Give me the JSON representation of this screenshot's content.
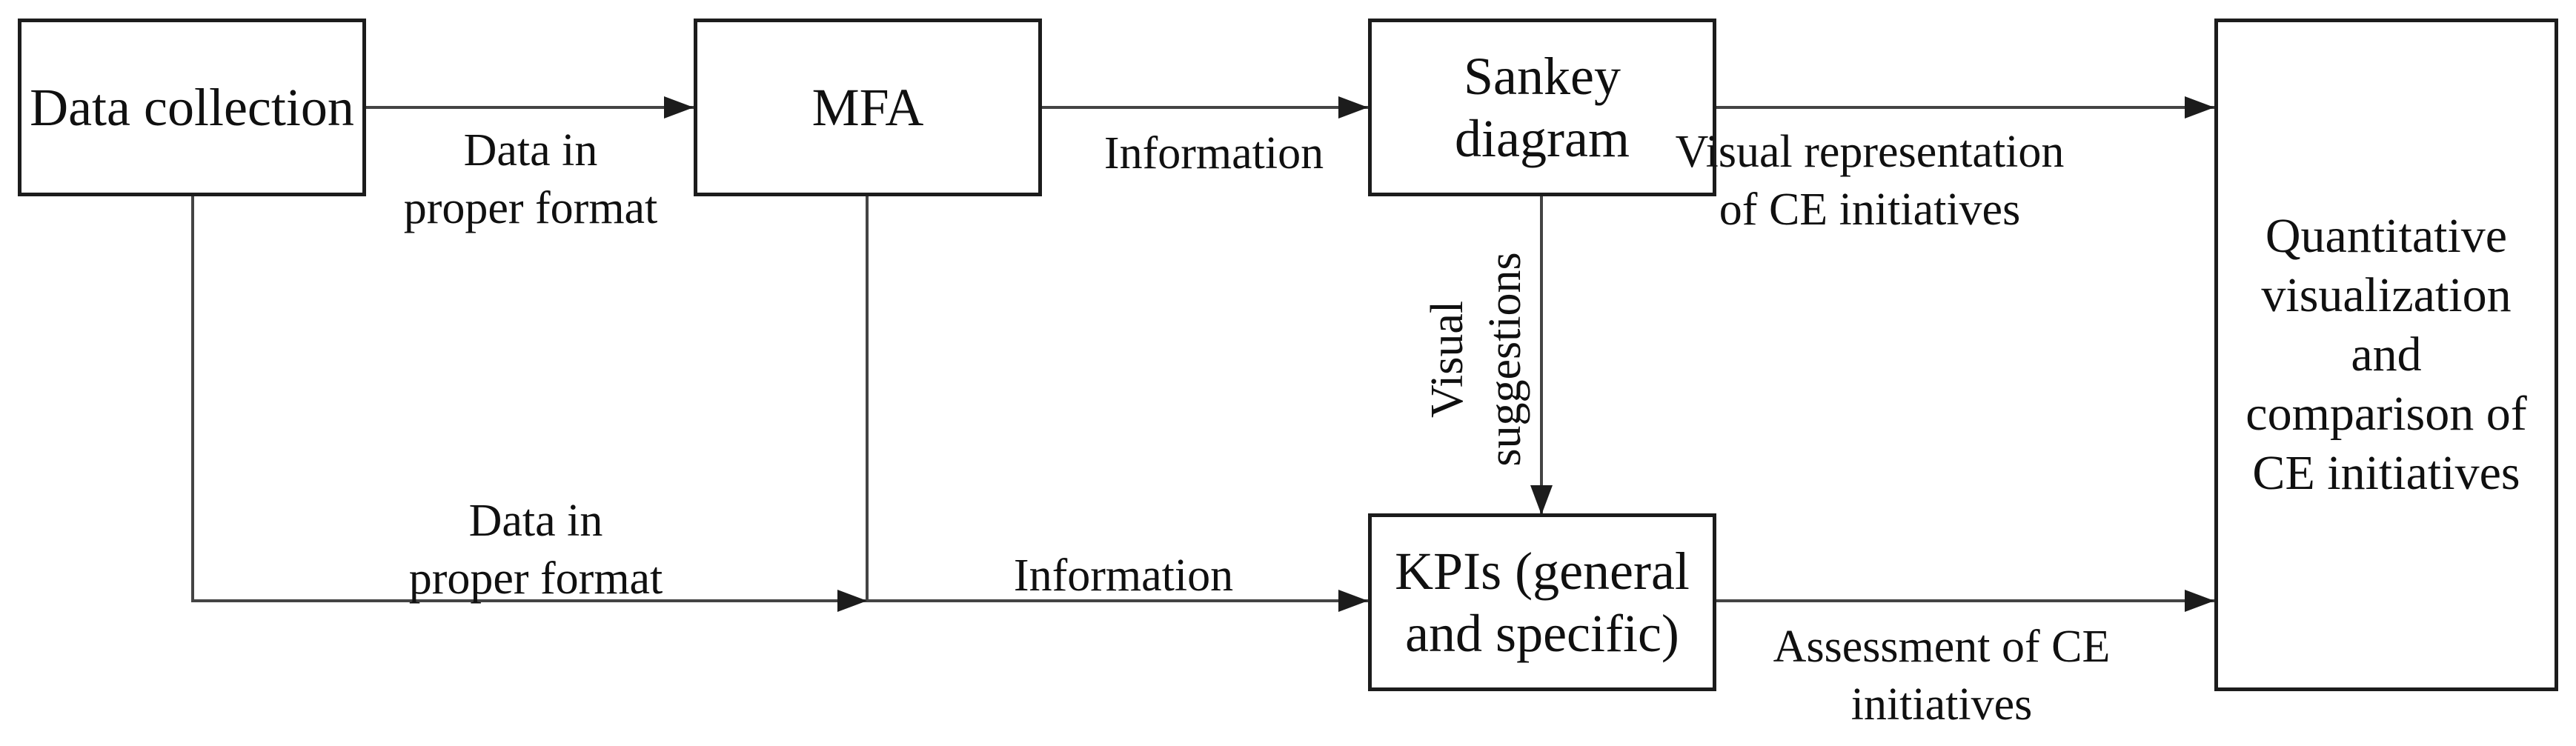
{
  "diagram": {
    "colors": {
      "background": "#ffffff",
      "line": "#444444",
      "node_border": "#1c1c1c",
      "text": "#101010"
    },
    "nodes": {
      "data_collection": {
        "label": "Data collection"
      },
      "mfa": {
        "label": "MFA"
      },
      "sankey": {
        "label": "Sankey\ndiagram"
      },
      "kpis": {
        "label": "KPIs (general\nand specific)"
      },
      "outcome": {
        "label": "Quantitative\nvisualization\nand\ncomparison of\nCE initiatives"
      }
    },
    "edge_labels": {
      "data_in_proper_format_top": "Data in\nproper format",
      "information_top": "Information",
      "visual_representation": "Visual representation\nof CE initiatives",
      "visual_suggestions": "Visual\nsuggestions",
      "data_in_proper_format_bottom": "Data in\nproper format",
      "information_bottom": "Information",
      "assessment": "Assessment of CE\ninitiatives"
    }
  }
}
